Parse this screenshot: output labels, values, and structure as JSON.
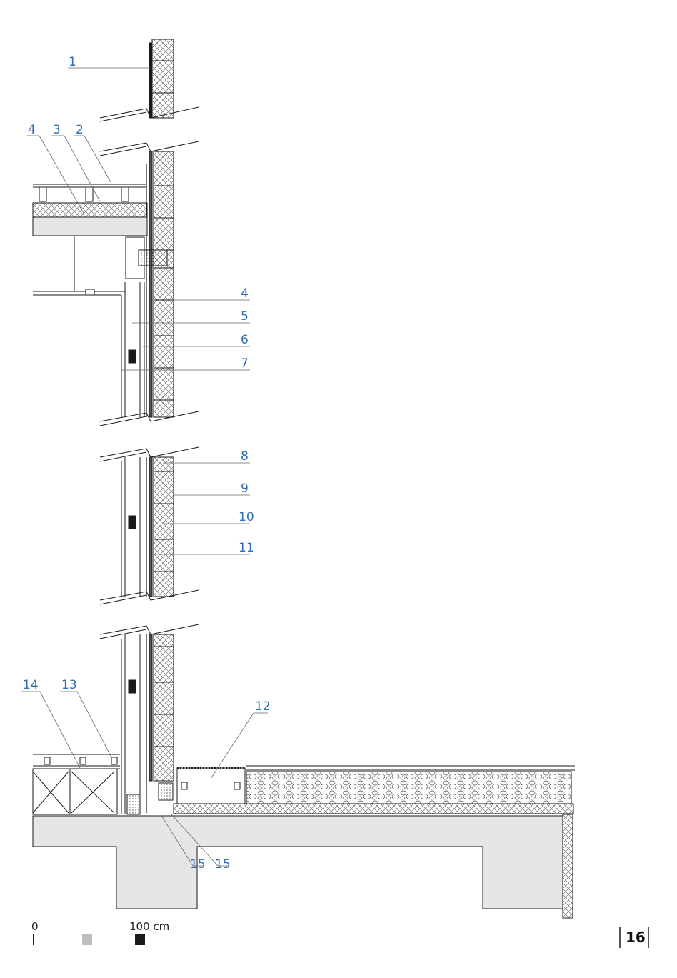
{
  "callouts": [
    {
      "id": "1",
      "label": "1"
    },
    {
      "id": "2",
      "label": "2"
    },
    {
      "id": "3",
      "label": "3"
    },
    {
      "id": "4a",
      "label": "4"
    },
    {
      "id": "4b",
      "label": "4"
    },
    {
      "id": "5",
      "label": "5"
    },
    {
      "id": "6",
      "label": "6"
    },
    {
      "id": "7",
      "label": "7"
    },
    {
      "id": "8",
      "label": "8"
    },
    {
      "id": "9",
      "label": "9"
    },
    {
      "id": "10",
      "label": "10"
    },
    {
      "id": "11",
      "label": "11"
    },
    {
      "id": "12",
      "label": "12"
    },
    {
      "id": "13",
      "label": "13"
    },
    {
      "id": "14",
      "label": "14"
    },
    {
      "id": "15a",
      "label": "15"
    },
    {
      "id": "15b",
      "label": "15"
    }
  ],
  "scale": {
    "start": "0",
    "end": "100 cm"
  },
  "page_number": "16",
  "colors": {
    "callout": "#2f6db5",
    "line": "#1a1a1a",
    "concrete": "#e6e6e6",
    "scale_grey": "#bdbdbd",
    "scale_black": "#1a1a1a"
  }
}
